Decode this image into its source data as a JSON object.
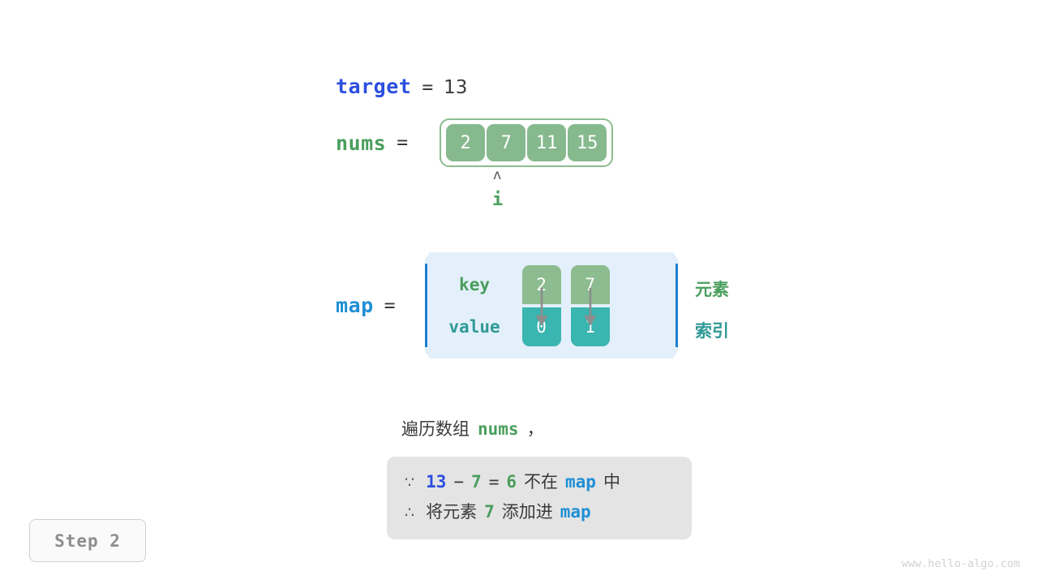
{
  "target": {
    "name": "target",
    "equals": "=",
    "value": "13"
  },
  "nums": {
    "name": "nums",
    "equals": "=",
    "cells": [
      "2",
      "7",
      "11",
      "15"
    ],
    "pointer": {
      "caret": "ʌ",
      "label": "i",
      "index": 1
    }
  },
  "map": {
    "name": "map",
    "equals": "=",
    "key_label": "key",
    "value_label": "value",
    "entries": [
      {
        "key": "2",
        "value": "0"
      },
      {
        "key": "7",
        "value": "1"
      }
    ],
    "side_labels": {
      "element": "元素",
      "index": "索引"
    }
  },
  "caption": {
    "prefix": "遍历数组",
    "keyword": "nums",
    "suffix": "，"
  },
  "formula": {
    "line1": {
      "symbol": "∵",
      "a": "13",
      "minus": "−",
      "b": "7",
      "eq": "=",
      "result": "6",
      "text_mid": "不在",
      "keyword": "map",
      "text_end": "中"
    },
    "line2": {
      "symbol": "∴",
      "text_a": "将元素",
      "num": "7",
      "text_b": "添加进",
      "keyword": "map"
    }
  },
  "step_badge": "Step 2",
  "watermark": "www.hello-algo.com",
  "colors": {
    "target_blue": "#2c4fe0",
    "nums_green": "#4a9e5c",
    "map_blue": "#1f8fd6",
    "cell_green": "#86b98e",
    "key_green": "#8cbc8f",
    "value_teal": "#3ab5b0",
    "map_bg": "#e3f0fb",
    "map_border": "#1b7fd0",
    "formula_bg": "#e4e4e4",
    "badge_text": "#8d8d8d",
    "watermark": "#d2d2d2"
  }
}
